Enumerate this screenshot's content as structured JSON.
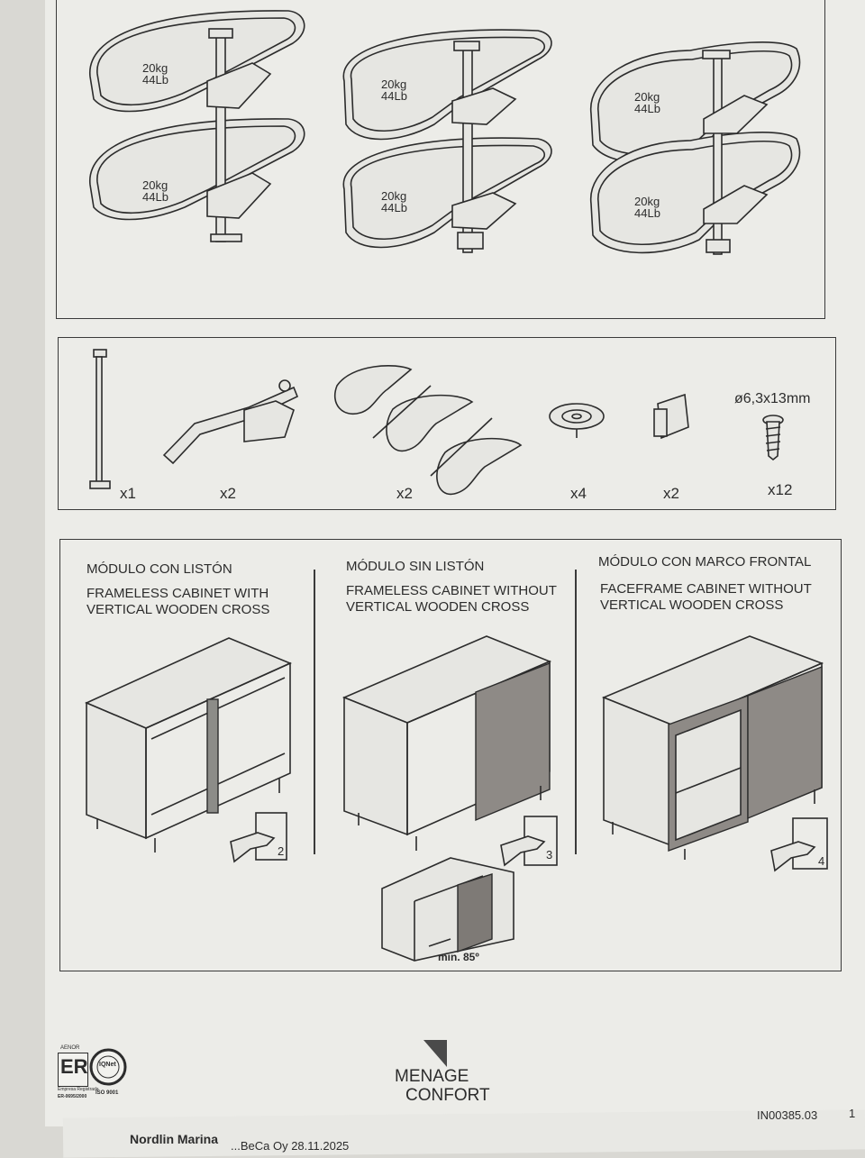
{
  "baskets": [
    {
      "top_weight": "20kg",
      "top_weight_lb": "44Lb",
      "bottom_weight": "20kg",
      "bottom_weight_lb": "44Lb"
    },
    {
      "top_weight": "20kg",
      "top_weight_lb": "44Lb",
      "bottom_weight": "20kg",
      "bottom_weight_lb": "44Lb"
    },
    {
      "top_weight": "20kg",
      "top_weight_lb": "44Lb",
      "bottom_weight": "20kg",
      "bottom_weight_lb": "44Lb"
    }
  ],
  "parts": {
    "pole_qty": "x1",
    "arm_qty": "x2",
    "shelf_qty": "x2",
    "disc_qty": "x4",
    "clip_qty": "x2",
    "screw_spec": "ø6,3x13mm",
    "screw_qty": "x12"
  },
  "cabinets": [
    {
      "title_es": "MÓDULO CON LISTÓN",
      "title_en_1": "FRAMELESS CABINET WITH",
      "title_en_2": "VERTICAL WOODEN CROSS",
      "step": "2"
    },
    {
      "title_es": "MÓDULO SIN LISTÓN",
      "title_en_1": "FRAMELESS CABINET WITHOUT",
      "title_en_2": "VERTICAL WOODEN CROSS",
      "step": "3"
    },
    {
      "title_es": "MÓDULO CON MARCO FRONTAL",
      "title_en_1": "FACEFRAME CABINET  WITHOUT",
      "title_en_2": "VERTICAL WOODEN CROSS",
      "step": "4"
    }
  ],
  "door_angle": "min. 85º",
  "footer": {
    "aenor_label": "AENOR",
    "er_mark": "ER",
    "registro": "Empresa Registrada",
    "er_code": "ER-0695/2000",
    "iqnet": "IQNet",
    "iso": "ISO 9001",
    "brand_line1": "MENAGE",
    "brand_line2": "CONFORT",
    "doc_code": "IN00385.03",
    "page_fragment": "1"
  },
  "underlying_sheet": {
    "name": "Nordlin Marina",
    "date_fragment": "...BeCa Oy 28.11.2025"
  }
}
